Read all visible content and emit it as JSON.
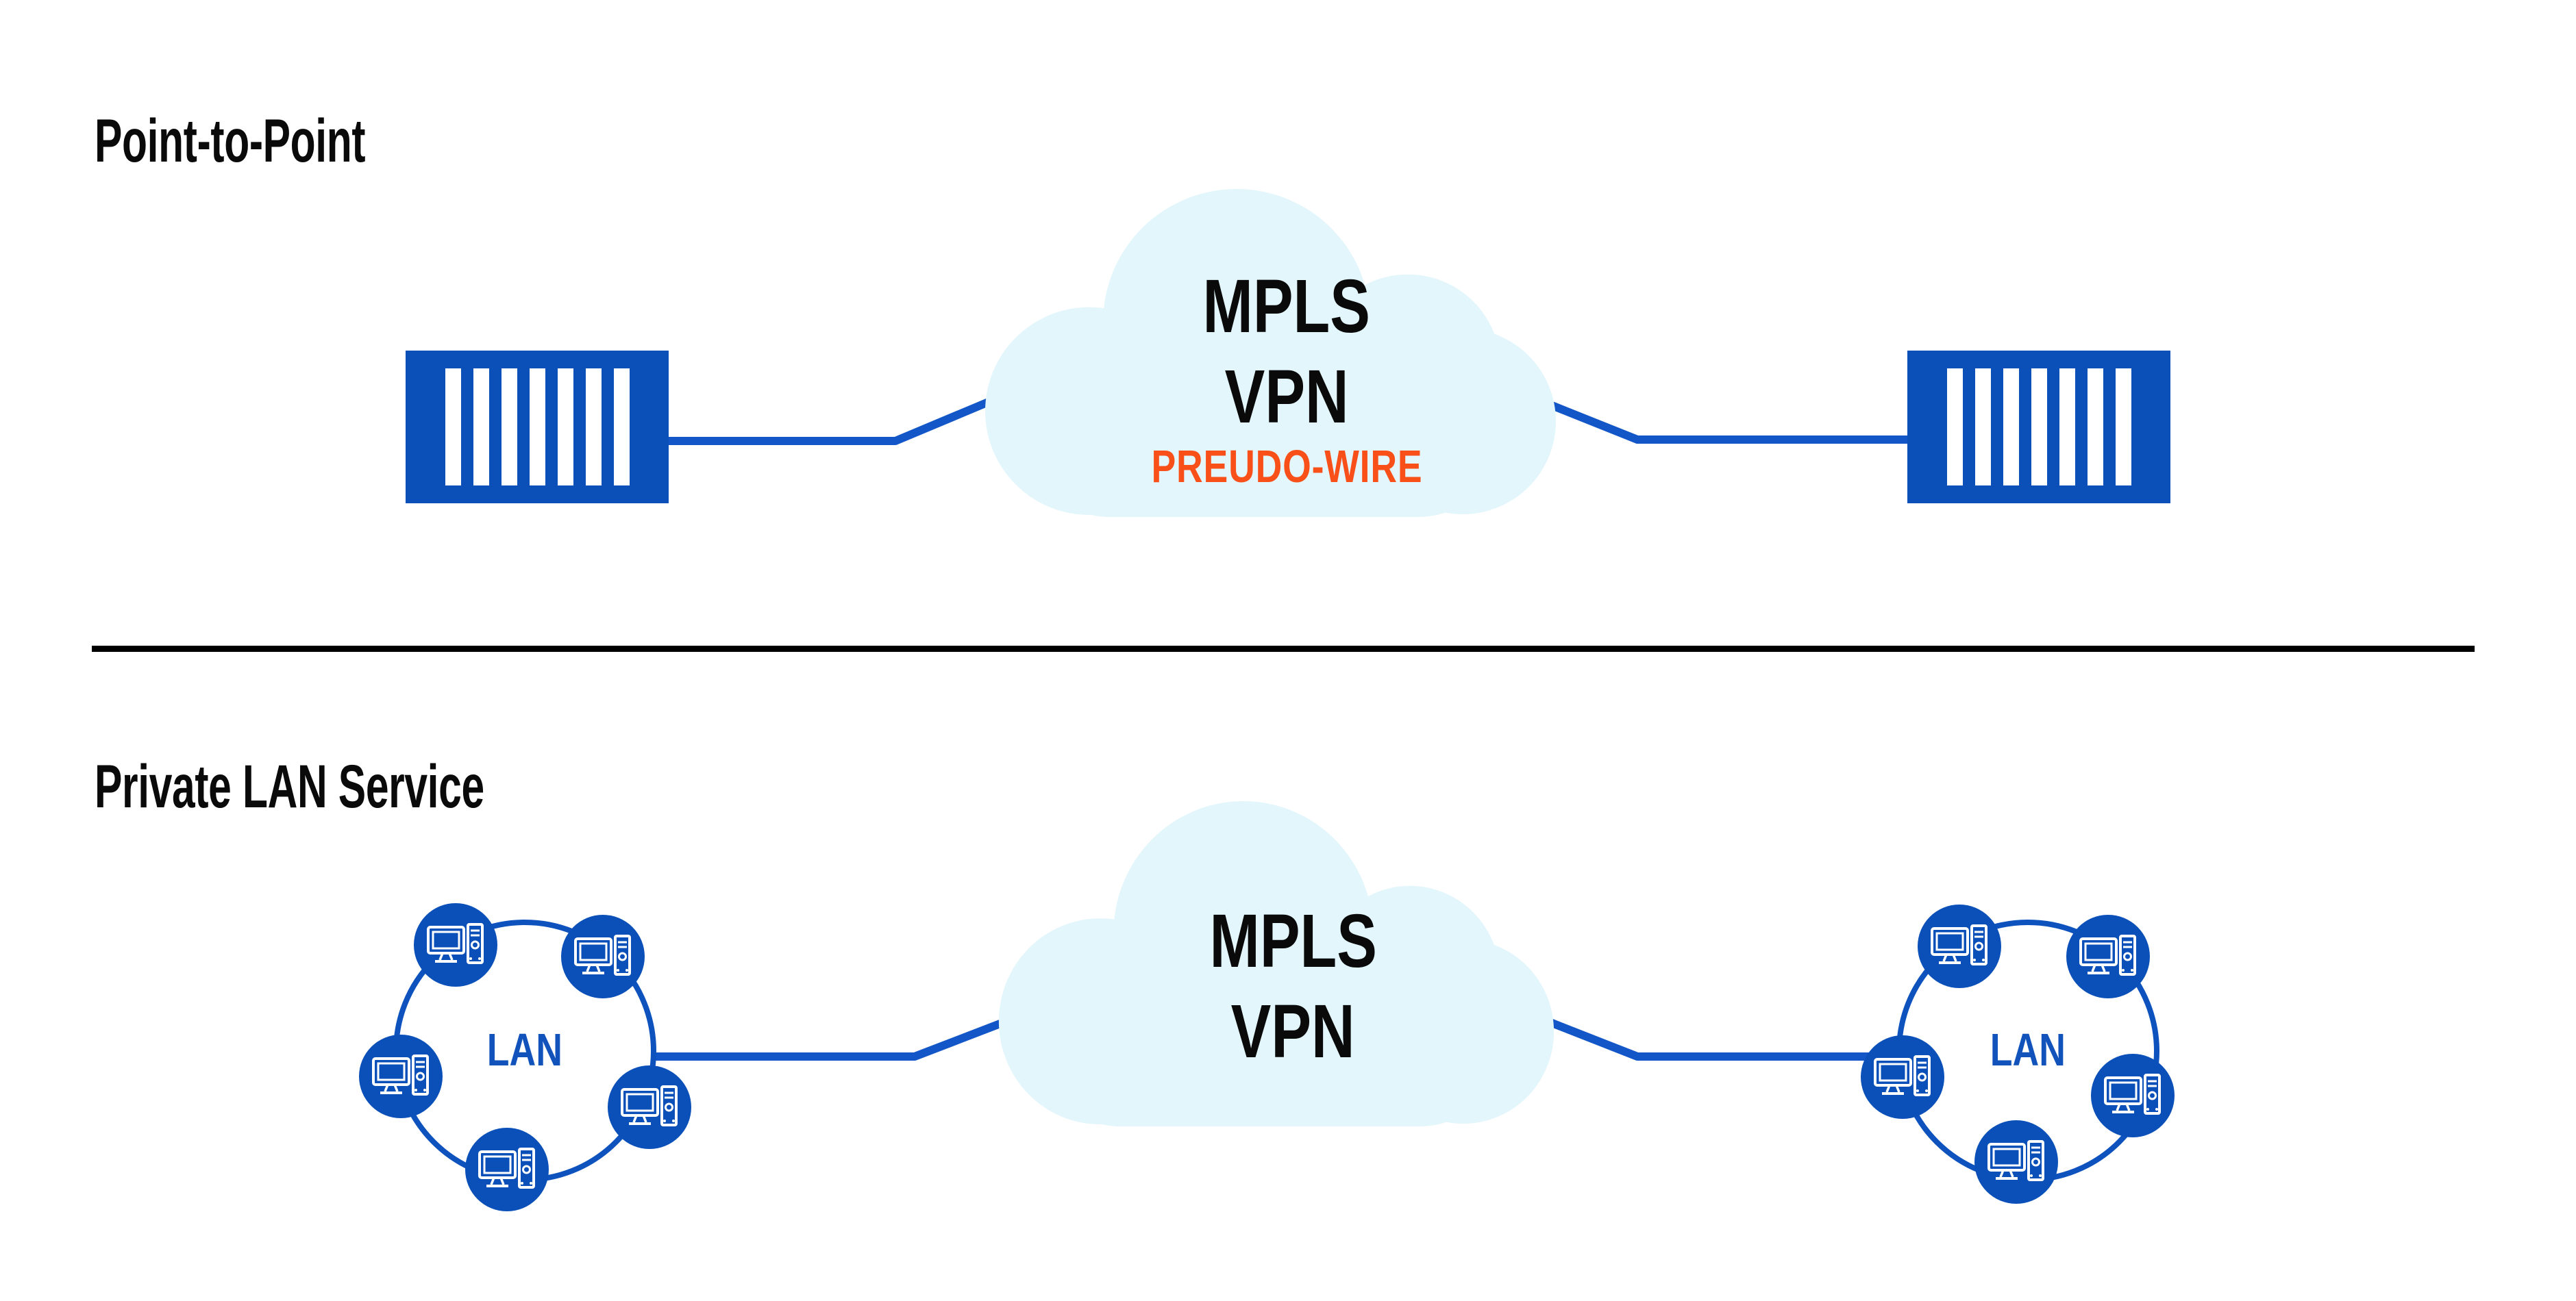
{
  "colors": {
    "device_blue": "#0B50B8",
    "connector_blue": "#1256C8",
    "ring_blue": "#0E52BE",
    "lan_text_blue": "#1153BB",
    "cloud_fill": "#E2F6FC",
    "accent_orange": "#F9501A",
    "text_black": "#0A0A0A",
    "divider_black": "#000000"
  },
  "top": {
    "title": "Point-to-Point",
    "cloud": {
      "line1": "MPLS",
      "line2": "VPN",
      "sub": "PREUDO-WIRE"
    }
  },
  "bottom": {
    "title": "Private LAN Service",
    "cloud": {
      "line1": "MPLS",
      "line2": "VPN"
    },
    "lan_left": {
      "label": "LAN"
    },
    "lan_right": {
      "label": "LAN"
    }
  },
  "icons": {
    "computer": "desktop-computer-with-tower",
    "switch": "striped-switch-block",
    "cloud": "network-cloud"
  }
}
